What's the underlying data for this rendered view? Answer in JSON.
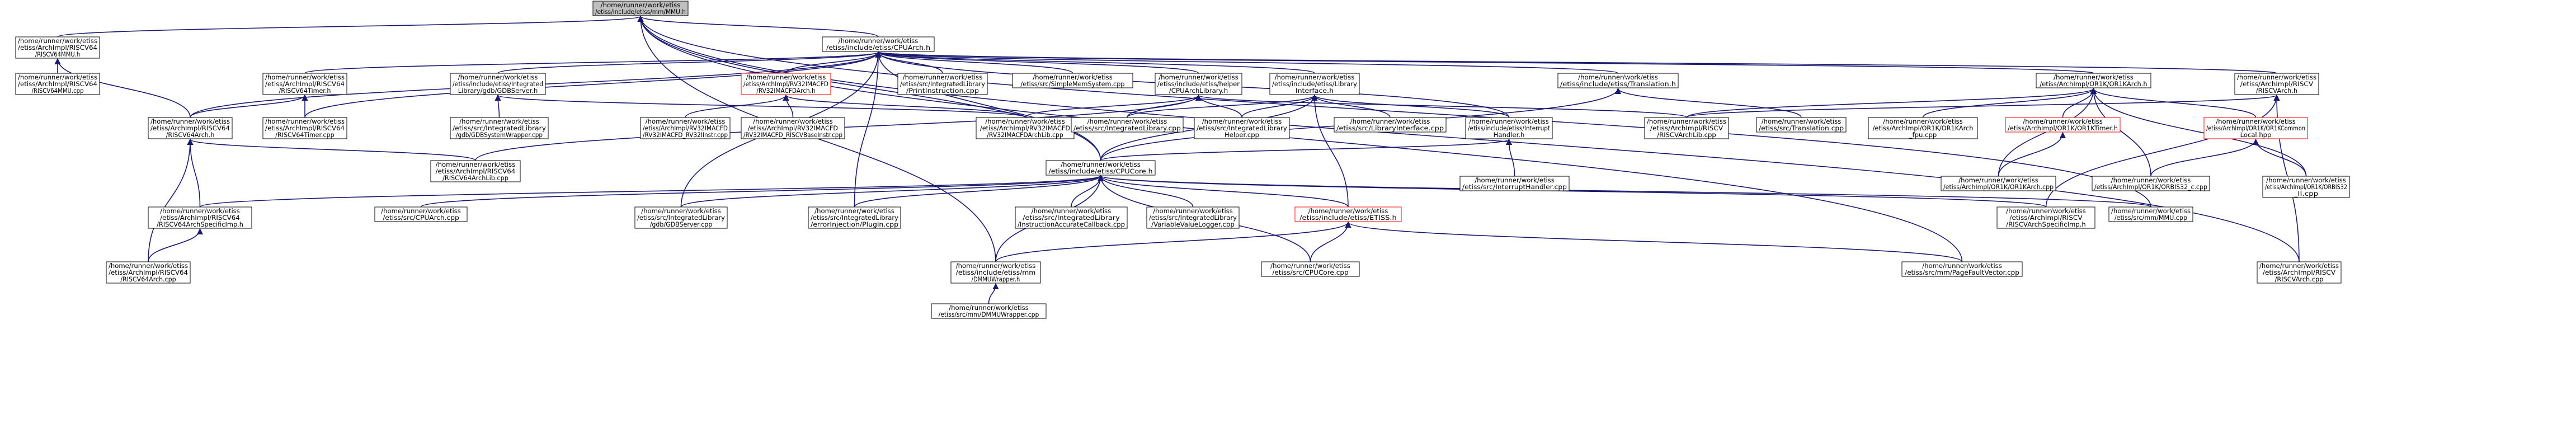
{
  "colors": {
    "node_fill": "#ffffff",
    "node_border": "#000000",
    "root_fill": "#bfbfbf",
    "root_border": "#000000",
    "truncated_border": "#ff0000",
    "edge": "#191970"
  },
  "nodes": {
    "root": {
      "lines": [
        "/home/runner/work/etiss",
        "/etiss/include/etiss/mm/MMU.h"
      ]
    },
    "rv64mmu_h": {
      "lines": [
        "/home/runner/work/etiss",
        "/etiss/ArchImpl/RISCV64",
        "/RISCV64MMU.h"
      ]
    },
    "cpuarch_h": {
      "lines": [
        "/home/runner/work/etiss",
        "/etiss/include/etiss/CPUArch.h"
      ]
    },
    "rv64mmu_cpp": {
      "lines": [
        "/home/runner/work/etiss",
        "/etiss/ArchImpl/RISCV64",
        "/RISCV64MMU.cpp"
      ]
    },
    "rv64timer_h": {
      "lines": [
        "/home/runner/work/etiss",
        "/etiss/ArchImpl/RISCV64",
        "/RISCV64Timer.h"
      ]
    },
    "gdbserver_h": {
      "lines": [
        "/home/runner/work/etiss",
        "/etiss/include/etiss/Integrated",
        "Library/gdb/GDBServer.h"
      ]
    },
    "rv32mcfd_h": {
      "lines": [
        "/home/runner/work/etiss",
        "/etiss/ArchImpl/RV32IMACFD",
        "/RV32IMACFDArch.h"
      ]
    },
    "printinstr_cpp": {
      "lines": [
        "/home/runner/work/etiss",
        "/etiss/src/IntegratedLibrary",
        "/PrintInstruction.cpp"
      ]
    },
    "simplemem_cpp": {
      "lines": [
        "/home/runner/work/etiss",
        "/etiss/src/SimpleMemSystem.cpp"
      ]
    },
    "helper_h": {
      "lines": [
        "/home/runner/work/etiss",
        "/etiss/include/etiss/helper",
        "/CPUArchLibrary.h"
      ]
    },
    "libiface_h": {
      "lines": [
        "/home/runner/work/etiss",
        "/etiss/include/etiss/Library",
        "Interface.h"
      ]
    },
    "translation_h": {
      "lines": [
        "/home/runner/work/etiss",
        "/etiss/include/etiss/Translation.h"
      ]
    },
    "or1k_h": {
      "lines": [
        "/home/runner/work/etiss",
        "/etiss/ArchImpl/OR1K/OR1KArch.h"
      ]
    },
    "riscv_h": {
      "lines": [
        "/home/runner/work/etiss",
        "/etiss/ArchImpl/RISCV",
        "/RISCVArch.h"
      ]
    },
    "rv64arch_h": {
      "lines": [
        "/home/runner/work/etiss",
        "/etiss/ArchImpl/RISCV64",
        "/RISCV64Arch.h"
      ]
    },
    "rv64timer_cpp": {
      "lines": [
        "/home/runner/work/etiss",
        "/etiss/ArchImpl/RISCV64",
        "/RISCV64Timer.cpp"
      ]
    },
    "gdbsyswrap_cpp": {
      "lines": [
        "/home/runner/work/etiss",
        "/etiss/src/IntegratedLibrary",
        "/gdb/GDBSystemWrapper.cpp"
      ]
    },
    "rv32instr_cpp": {
      "lines": [
        "/home/runner/work/etiss",
        "/etiss/ArchImpl/RV32IMACFD",
        "/RV32IMACFD_RV32IInstr.cpp"
      ]
    },
    "rv32base_cpp": {
      "lines": [
        "/home/runner/work/etiss",
        "/etiss/ArchImpl/RV32IMACFD",
        "/RV32IMACFD_RISCVBaseInstr.cpp"
      ]
    },
    "rv32lib_cpp": {
      "lines": [
        "/home/runner/work/etiss",
        "/etiss/ArchImpl/RV32IMACFD",
        "/RV32IMACFDArchLib.cpp"
      ]
    },
    "intlib_cpp": {
      "lines": [
        "/home/runner/work/etiss",
        "/etiss/src/IntegratedLibrary.cpp"
      ]
    },
    "intlibhelper_cpp": {
      "lines": [
        "/home/runner/work/etiss",
        "/etiss/src/IntegratedLibrary",
        "Helper.cpp"
      ]
    },
    "libiface_cpp": {
      "lines": [
        "/home/runner/work/etiss",
        "/etiss/src/LibraryInterface.cpp"
      ]
    },
    "interrupt_h": {
      "lines": [
        "/home/runner/work/etiss",
        "/etiss/include/etiss/Interrupt",
        "Handler.h"
      ]
    },
    "riscvlib_cpp": {
      "lines": [
        "/home/runner/work/etiss",
        "/etiss/ArchImpl/RISCV",
        "/RISCVArchLib.cpp"
      ]
    },
    "translation_cpp": {
      "lines": [
        "/home/runner/work/etiss",
        "/etiss/src/Translation.cpp"
      ]
    },
    "or1kfpu_cpp": {
      "lines": [
        "/home/runner/work/etiss",
        "/etiss/ArchImpl/OR1K/OR1KArch",
        "_fpu.cpp"
      ]
    },
    "or1ktimer_h": {
      "lines": [
        "/home/runner/work/etiss",
        "/etiss/ArchImpl/OR1K/OR1KTimer.h"
      ]
    },
    "or1kcommon_h": {
      "lines": [
        "/home/runner/work/etiss",
        "/etiss/ArchImpl/OR1K/OR1KCommon",
        "Local.hpp"
      ]
    },
    "rv64lib_cpp": {
      "lines": [
        "/home/runner/work/etiss",
        "/etiss/ArchImpl/RISCV64",
        "/RISCV64ArchLib.cpp"
      ]
    },
    "cpucore_h": {
      "lines": [
        "/home/runner/work/etiss",
        "/etiss/include/etiss/CPUCore.h"
      ]
    },
    "interrupt_cpp": {
      "lines": [
        "/home/runner/work/etiss",
        "/etiss/src/InterruptHandler.cpp"
      ]
    },
    "or1karch_cpp": {
      "lines": [
        "/home/runner/work/etiss",
        "/etiss/ArchImpl/OR1K/OR1KArch.cpp"
      ]
    },
    "orbis_c": {
      "lines": [
        "/home/runner/work/etiss",
        "/etiss/ArchImpl/OR1K/ORBIS32_c.cpp"
      ]
    },
    "orbis_ii": {
      "lines": [
        "/home/runner/work/etiss",
        "/etiss/ArchImpl/OR1K/ORBIS32",
        "_II.cpp"
      ]
    },
    "rv64spec_h": {
      "lines": [
        "/home/runner/work/etiss",
        "/etiss/ArchImpl/RISCV64",
        "/RISCV64ArchSpecificImp.h"
      ]
    },
    "cpuarch_cpp": {
      "lines": [
        "/home/runner/work/etiss",
        "/etiss/src/CPUArch.cpp"
      ]
    },
    "gdbserver_cpp": {
      "lines": [
        "/home/runner/work/etiss",
        "/etiss/src/IntegratedLibrary",
        "/gdb/GDBServer.cpp"
      ]
    },
    "errorinj_cpp": {
      "lines": [
        "/home/runner/work/etiss",
        "/etiss/src/IntegratedLibrary",
        "/errorInjection/Plugin.cpp"
      ]
    },
    "instrcb_cpp": {
      "lines": [
        "/home/runner/work/etiss",
        "/etiss/src/IntegratedLibrary",
        "/InstructionAccurateCallback.cpp"
      ]
    },
    "varvalue_cpp": {
      "lines": [
        "/home/runner/work/etiss",
        "/etiss/src/IntegratedLibrary",
        "/VariableValueLogger.cpp"
      ]
    },
    "etiss_h": {
      "lines": [
        "/home/runner/work/etiss",
        "/etiss/include/etiss/ETISS.h"
      ]
    },
    "riscvspec_h": {
      "lines": [
        "/home/runner/work/etiss",
        "/etiss/ArchImpl/RISCV",
        "/RISCVArchSpecificImp.h"
      ]
    },
    "mmu_cpp": {
      "lines": [
        "/home/runner/work/etiss",
        "/etiss/src/mm/MMU.cpp"
      ]
    },
    "rv64arch_cpp": {
      "lines": [
        "/home/runner/work/etiss",
        "/etiss/ArchImpl/RISCV64",
        "/RISCV64Arch.cpp"
      ]
    },
    "dmmuwrapper_h": {
      "lines": [
        "/home/runner/work/etiss",
        "/etiss/include/etiss/mm",
        "/DMMUWrapper.h"
      ]
    },
    "cpucore_cpp": {
      "lines": [
        "/home/runner/work/etiss",
        "/etiss/src/CPUCore.cpp"
      ]
    },
    "pagefault_cpp": {
      "lines": [
        "/home/runner/work/etiss",
        "/etiss/src/mm/PageFaultVector.cpp"
      ]
    },
    "riscvarch_cpp": {
      "lines": [
        "/home/runner/work/etiss",
        "/etiss/ArchImpl/RISCV",
        "/RISCVArch.cpp"
      ]
    },
    "dmmuwrapper_cpp": {
      "lines": [
        "/home/runner/work/etiss",
        "/etiss/src/mm/DMMUWrapper.cpp"
      ]
    }
  }
}
